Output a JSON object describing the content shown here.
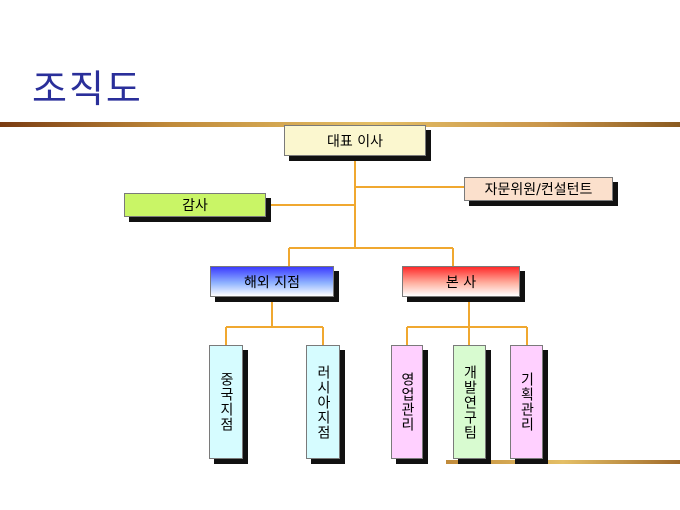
{
  "title": "조직도",
  "colors": {
    "title": "#2a2f9a",
    "connector": "#f0a830",
    "ceo_fill": "#fbf7cf",
    "advisor_fill": "#fbe0cc",
    "audit_fill": "#c9f566",
    "overseas_fill": "#3b3bff",
    "hq_fill": "#ff2a2a",
    "branch_fill": "#d6fcff",
    "sales_fill": "#ffd0ff",
    "rnd_fill": "#d8fbd0",
    "planning_fill": "#ffd0ff"
  },
  "nodes": {
    "ceo": "대표 이사",
    "advisor": "자문위원/컨설턴트",
    "audit": "감사",
    "overseas": "해외 지점",
    "hq": "본  사",
    "china_branch": "중국지점",
    "russia_branch": "러시아지점",
    "sales": "영업관리",
    "rnd": "개발연구팀",
    "planning": "기획관리"
  },
  "edges": [
    [
      "ceo",
      "advisor"
    ],
    [
      "ceo",
      "audit"
    ],
    [
      "ceo",
      "overseas"
    ],
    [
      "ceo",
      "hq"
    ],
    [
      "overseas",
      "china_branch"
    ],
    [
      "overseas",
      "russia_branch"
    ],
    [
      "hq",
      "sales"
    ],
    [
      "hq",
      "rnd"
    ],
    [
      "hq",
      "planning"
    ]
  ]
}
